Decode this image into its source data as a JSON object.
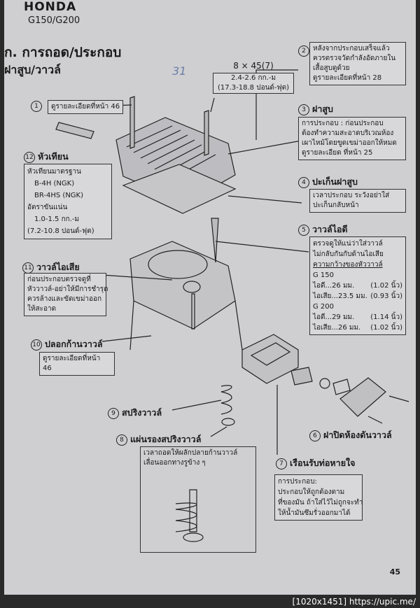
{
  "header": {
    "brand": "HONDA",
    "model": "G150/G200"
  },
  "section": {
    "title": "ก. การถอด/ประกอบ",
    "subtitle": "ฝาสูบ/วาวล์"
  },
  "hand_note": "31",
  "torque": {
    "bolt": "8 × 45(7)",
    "line1": "2.4-2.6 กก.-ม",
    "line2": "(17.3-18.8 ปอนด์-ฟุต)"
  },
  "page_number": "45",
  "footer": "[1020x1451] https://upic.me/",
  "callouts": {
    "c1": {
      "num": "1",
      "box": "ดูรายละเอียดที่หน้า 46"
    },
    "c2": {
      "num": "2",
      "lines": [
        "หลังจากประกอบเสร็จแล้ว",
        "ควรตรวจวัดกำลังอัดภายใน",
        "เสื้อสูบดูด้วย",
        "ดูรายละเอียดที่หน้า 28"
      ]
    },
    "c3": {
      "num": "3",
      "label": "ฝาสูบ",
      "lines": [
        "การประกอบ :   ก่อนประกอบ",
        "ต้องทำความสะอาดบริเวณห้อง",
        "เผาไหม้โดยขูดเขม่าออกให้หมด",
        "ดูรายละเอียด  ที่หน้า 25"
      ]
    },
    "c4": {
      "num": "4",
      "label": "ปะเก็นฝาสูบ",
      "lines": [
        "เวลาประกอบ    ระวังอย่าใส่",
        "ปะเก็นกลับหน้า"
      ]
    },
    "c5": {
      "num": "5",
      "label": "วาวล์ไอดี",
      "lines": [
        "ตรวจดูให้แน่ว่าใส่วาวล์",
        "ไม่กลับกันกับด้านไอเสีย",
        "ความกว้างของหัววาวล์"
      ],
      "g150": "G 150",
      "g150_in": "ไอดี...26 มม.",
      "g150_in_v": "(1.02 นิ้ว)",
      "g150_ex": "ไอเสีย...23.5 มม.",
      "g150_ex_v": "(0.93 นิ้ว)",
      "g200": "G 200",
      "g200_in": "ไอดี...29 มม.",
      "g200_in_v": "(1.14 นิ้ว)",
      "g200_ex": "ไอเสีย...26 มม.",
      "g200_ex_v": "(1.02 นิ้ว)"
    },
    "c6": {
      "num": "6",
      "label": "ฝาปิดห้องดันวาวล์"
    },
    "c7": {
      "num": "7",
      "label": "เรือนรับท่อหายใจ",
      "lines": [
        "การประกอบ:",
        "ประกอบให้ถูกต้องตาม",
        "ที่ของมัน  ถ้าใส่ไว้ไม่ถูกจะทำ",
        "ให้น้ำมันซึมรั่วออกมาได้"
      ]
    },
    "c8": {
      "num": "8",
      "label": "แผ่นรองสปริงวาวล์",
      "lines": [
        "เวลาถอดให้ผลักปลายก้านวาวล์",
        "เลื่อนออกทางรูข้าง ๆ"
      ]
    },
    "c9": {
      "num": "9",
      "label": "สปริงวาวล์"
    },
    "c10": {
      "num": "10",
      "label": "ปลอกก้านวาวล์",
      "box": "ดูรายละเอียดที่หน้า 46"
    },
    "c11": {
      "num": "11",
      "label": "วาวล์ไอเสีย",
      "lines": [
        "ก่อนประกอบตรวจดูที่",
        "หัววาวล์-อย่าให้มีการชำรุด",
        "ควรล้างและขัดเขม่าออก",
        "ให้สะอาด"
      ]
    },
    "c12": {
      "num": "12",
      "label": "หัวเทียน",
      "lines": [
        "หัวเทียนมาตรฐาน",
        "B-4H (NGK)",
        "BR-4HS (NGK)",
        "อัตราขันแน่น",
        "1.0-1.5 กก.-ม",
        "(7.2-10.8 ปอนด์-ฟุต)"
      ]
    }
  }
}
